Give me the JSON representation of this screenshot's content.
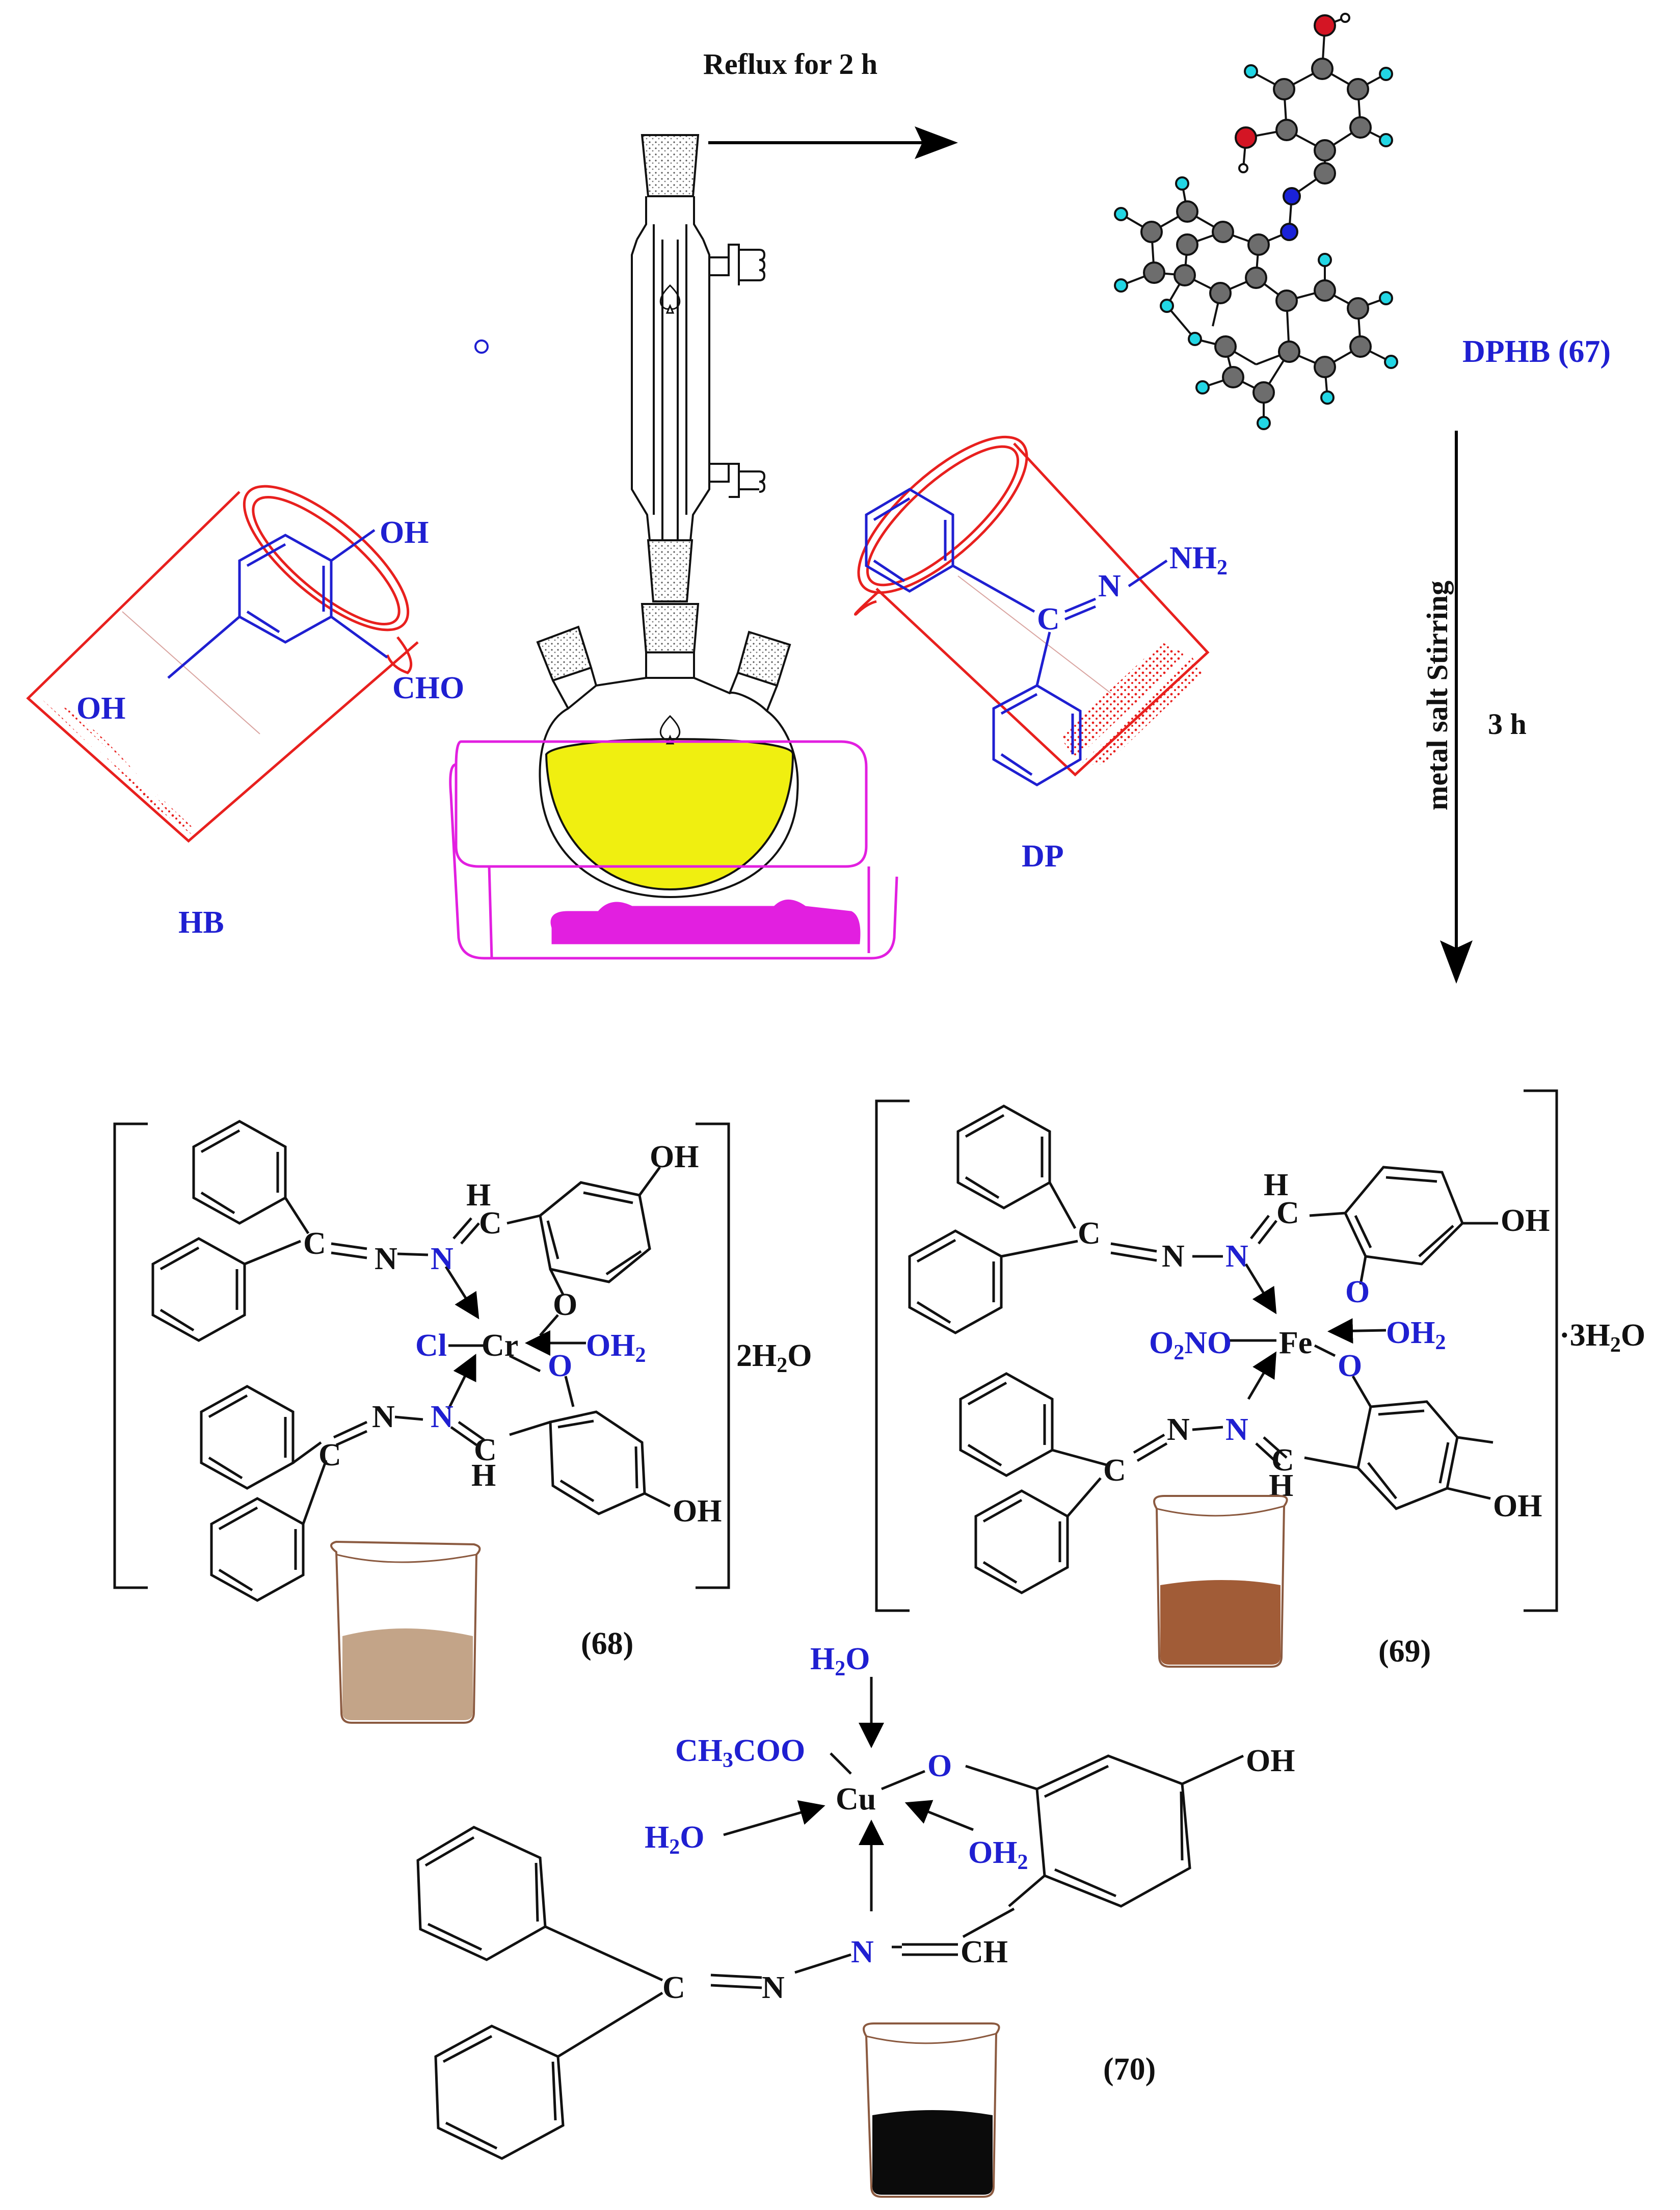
{
  "reaction": {
    "step1_condition": "Reflux for 2 h",
    "step2_condition_a": "metal salt  Stirring",
    "step2_condition_b": "3 h"
  },
  "reactants": {
    "hb": {
      "label": "HB",
      "oh_top": "OH",
      "oh_left": "OH",
      "cho": "CHO"
    },
    "dp": {
      "label": "DP",
      "nh2_n": "N",
      "nh2": "NH",
      "nh2_sub": "2",
      "cn": "C",
      "n": "N"
    }
  },
  "ligand": {
    "label": "DPHB (67)"
  },
  "complex68": {
    "label": "(68)",
    "hydrate": "2H",
    "hydrate_sub": "2",
    "hydrate_end": "O",
    "metal": "Cr",
    "cl": "Cl",
    "water": "OH",
    "water_sub": "2",
    "o_top": "O",
    "o_bottom": "O",
    "oh_top": "OH",
    "oh_bottom": "OH",
    "h_top": "H",
    "h_bottom": "H",
    "c": "C",
    "n": "N"
  },
  "complex69": {
    "label": "(69)",
    "hydrate": "·3H",
    "hydrate_sub": "2",
    "hydrate_end": "O",
    "metal": "Fe",
    "nitrate_a": "O",
    "nitrate_sub": "2",
    "nitrate_b": "NO",
    "water": "OH",
    "water_sub": "2",
    "o": "O",
    "oh": "OH",
    "h": "H",
    "c": "C",
    "n": "N"
  },
  "complex70": {
    "label": "(70)",
    "metal": "Cu",
    "acetate_a": "CH",
    "acetate_sub": "3",
    "acetate_b": "COO",
    "water_a": "H",
    "water_sub": "2",
    "water_b": "O",
    "water_oh": "OH",
    "o": "O",
    "oh": "OH",
    "ch": "CH",
    "c": "C",
    "n": "N"
  },
  "colors": {
    "label_blue": "#1f1fd1",
    "beaker_red": "#e8201e",
    "hotplate_magenta": "#e21fe0",
    "solution_yellow": "#f0ef10",
    "atom_carbon": "#6d6d6d",
    "atom_hydrogen": "#22d6e4",
    "atom_oxygen": "#d41524",
    "atom_nitrogen": "#1a22d8",
    "cr_solution": "#c3a488",
    "fe_solution": "#a15c37",
    "cu_solution": "#0b0b0b",
    "beaker_brown": "#8b5a40"
  }
}
